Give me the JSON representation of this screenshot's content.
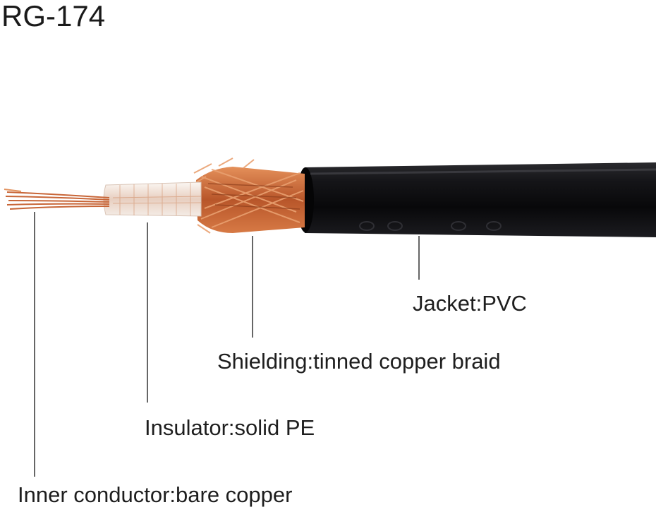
{
  "title": "RG-174",
  "labels": {
    "jacket": "Jacket:PVC",
    "shielding": "Shielding:tinned copper braid",
    "insulator": "Insulator:solid PE",
    "inner_conductor": "Inner conductor:bare copper"
  },
  "colors": {
    "jacket": "#0b0b0d",
    "copper": "#c8683a",
    "insulator": "#efe6df",
    "leader": "#333333"
  }
}
